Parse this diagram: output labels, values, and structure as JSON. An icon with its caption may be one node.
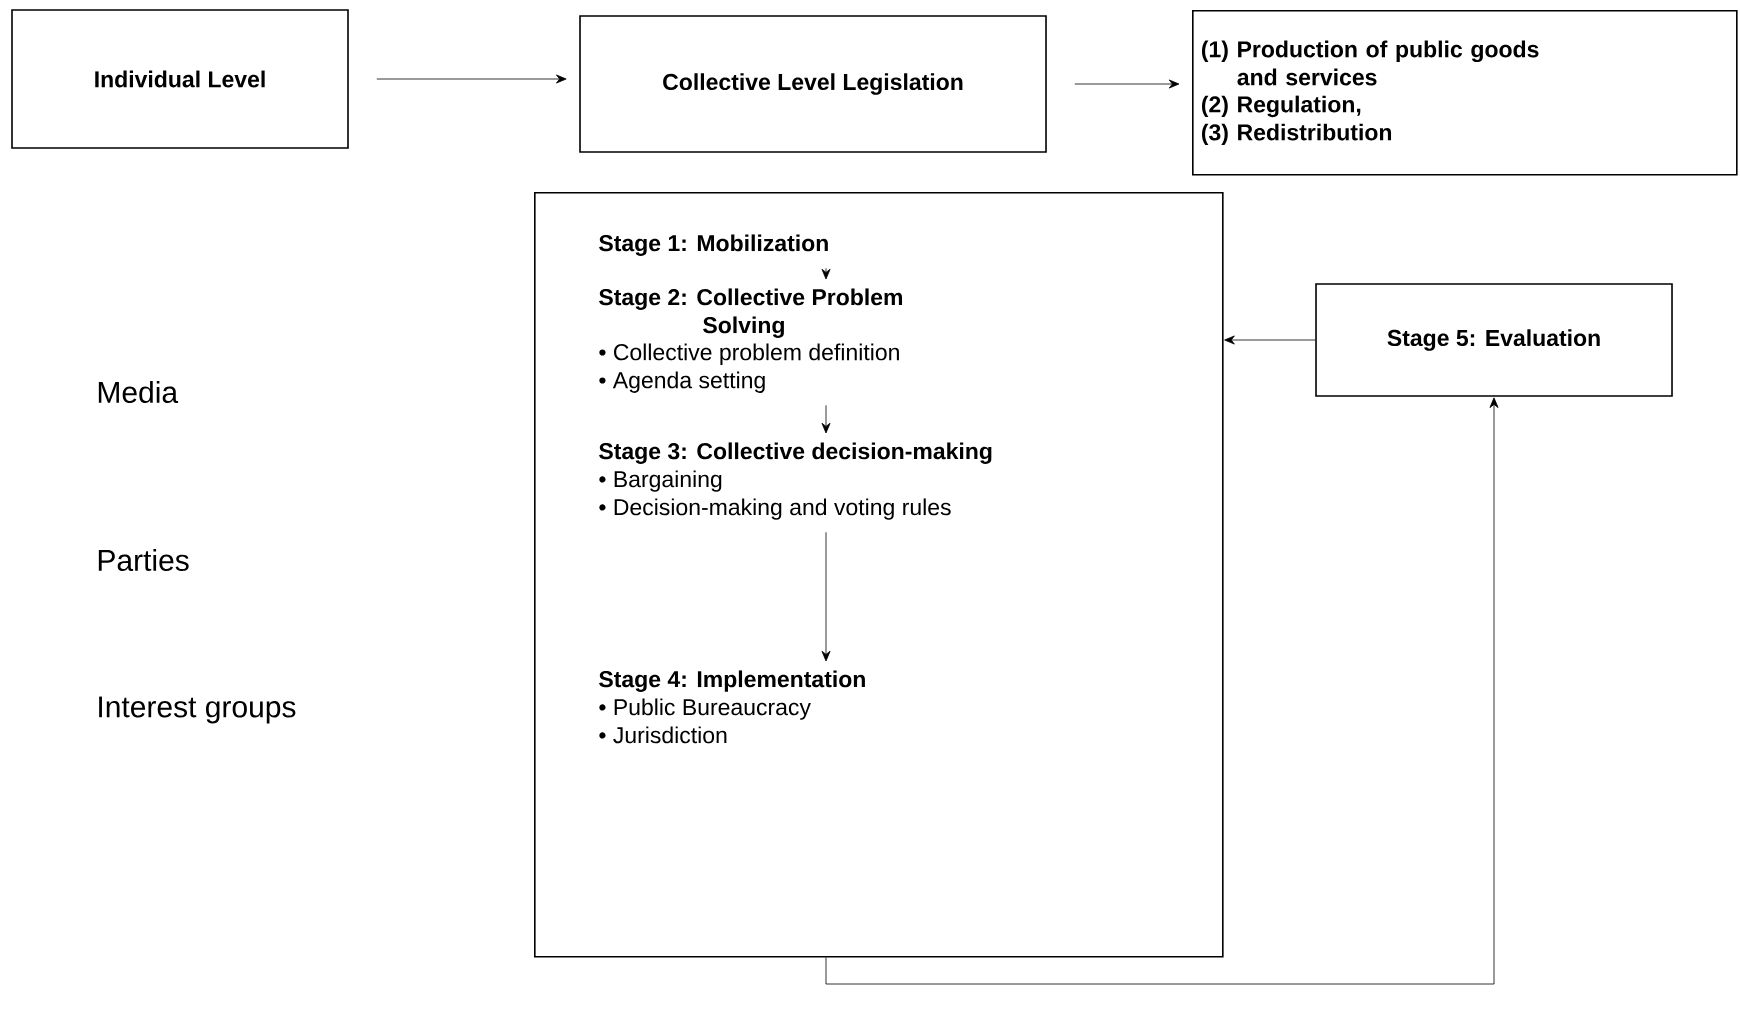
{
  "diagram": {
    "nodes": [
      {
        "text": [
          "Individual Level"
        ]
      },
      {
        "text": [
          "Collective Level Legislation"
        ]
      },
      {
        "text": [
          "(1) Production of public goods and services",
          "(2) Regulation,",
          "(3) Redistribution"
        ]
      },
      {
        "text": [],
        "shape": "box"
      },
      {
        "text": [
          "Stage 1: Mobilization"
        ],
        "in": 3
      },
      {
        "text": [
          "Stage 2: Collective Problem Solving",
          "• Collective problem definition",
          "• Agenda setting"
        ],
        "in": 3
      },
      {
        "text": [
          "Stage 3: Collective decision-making",
          "• Bargaining",
          "• Decision-making and voting rules"
        ],
        "in": 3
      },
      {
        "text": [
          "Stage 4: Implementation",
          "• Public Bureaucracy",
          "• Jurisdiction"
        ],
        "in": 3
      },
      {
        "text": [
          "Stage 5: Evaluation"
        ]
      }
    ],
    "edges": [
      {
        "from": 0,
        "to": 1,
        "arrow": "to"
      },
      {
        "from": 1,
        "to": 2,
        "arrow": "to"
      },
      {
        "from": 4,
        "to": 5,
        "arrow": "to"
      },
      {
        "from": 5,
        "to": 6,
        "arrow": "to"
      },
      {
        "from": 6,
        "to": 7,
        "arrow": "to"
      },
      {
        "from": 8,
        "to": 3,
        "arrow": "to"
      },
      {
        "from": 3,
        "to": 8,
        "arrow": "to"
      }
    ],
    "labels": [
      "Media",
      "Parties",
      "Interest groups"
    ]
  }
}
